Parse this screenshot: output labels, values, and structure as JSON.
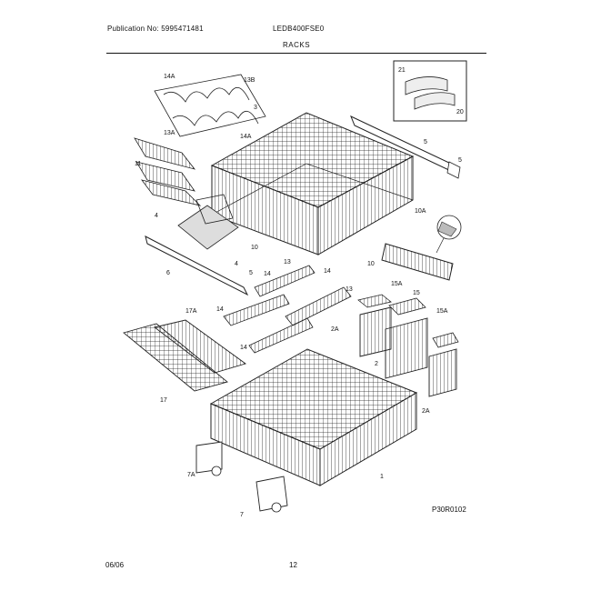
{
  "header": {
    "publication": "Publication No: 5995471481",
    "model": "LEDB400FSE0",
    "section": "RACKS"
  },
  "footer": {
    "date": "06/06",
    "page": "12"
  },
  "figure_code": "P30R0102",
  "callouts": [
    "14A",
    "13B",
    "3",
    "13A",
    "14A",
    "11",
    "21",
    "20",
    "5",
    "5",
    "4",
    "10",
    "4",
    "6",
    "10A",
    "10",
    "5",
    "14",
    "13",
    "14",
    "13",
    "14",
    "15A",
    "15",
    "15A",
    "17A",
    "2A",
    "14",
    "2",
    "17",
    "2A",
    "1",
    "7A",
    "7"
  ]
}
